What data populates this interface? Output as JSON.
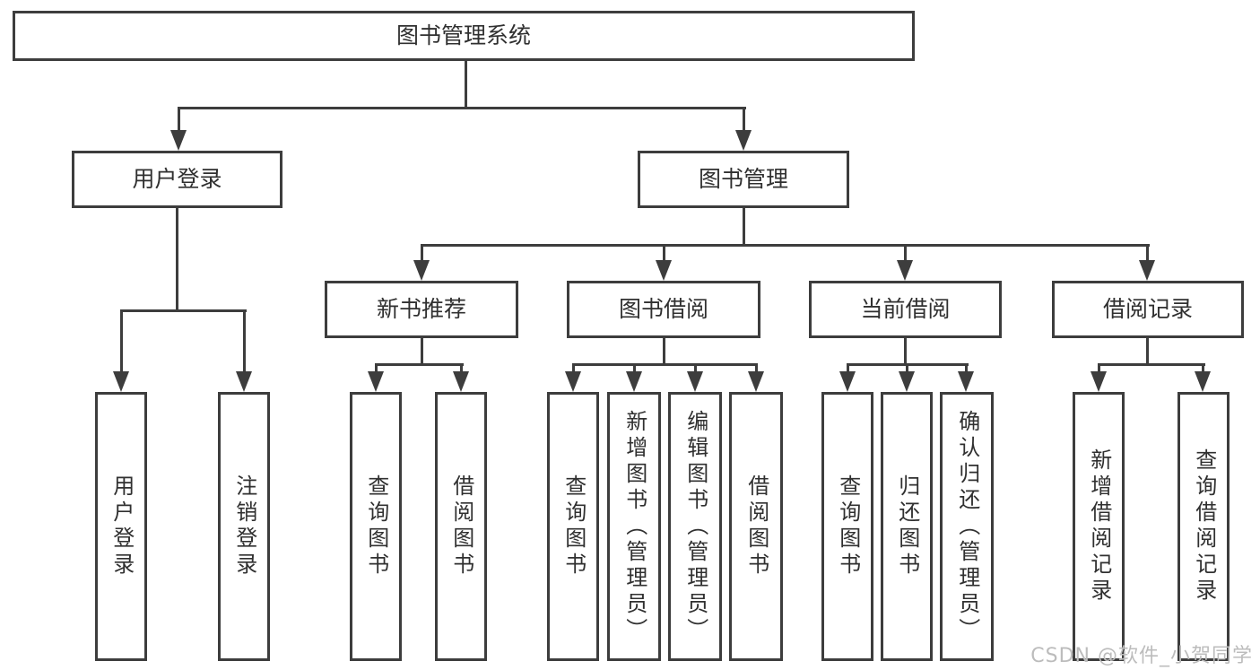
{
  "tree": {
    "root": {
      "label": "图书管理系统"
    },
    "branches": [
      {
        "label": "用户登录",
        "children": [
          {
            "label": "用户登录"
          },
          {
            "label": "注销登录"
          }
        ]
      },
      {
        "label": "图书管理",
        "children": [
          {
            "label": "新书推荐",
            "children": [
              {
                "label": "查询图书"
              },
              {
                "label": "借阅图书"
              }
            ]
          },
          {
            "label": "图书借阅",
            "children": [
              {
                "label": "查询图书"
              },
              {
                "label": "新增图书（管理员）"
              },
              {
                "label": "编辑图书（管理员）"
              },
              {
                "label": "借阅图书"
              }
            ]
          },
          {
            "label": "当前借阅",
            "children": [
              {
                "label": "查询图书"
              },
              {
                "label": "归还图书"
              },
              {
                "label": "确认归还（管理员）"
              }
            ]
          },
          {
            "label": "借阅记录",
            "children": [
              {
                "label": "新增借阅记录"
              },
              {
                "label": "查询借阅记录"
              }
            ]
          }
        ]
      }
    ]
  },
  "watermark": {
    "text": "CSDN @软件_小贺同学"
  },
  "colors": {
    "line": "#3d3d3d",
    "text": "#303030",
    "background": "#ffffff",
    "watermark": "#bcbcbc"
  }
}
